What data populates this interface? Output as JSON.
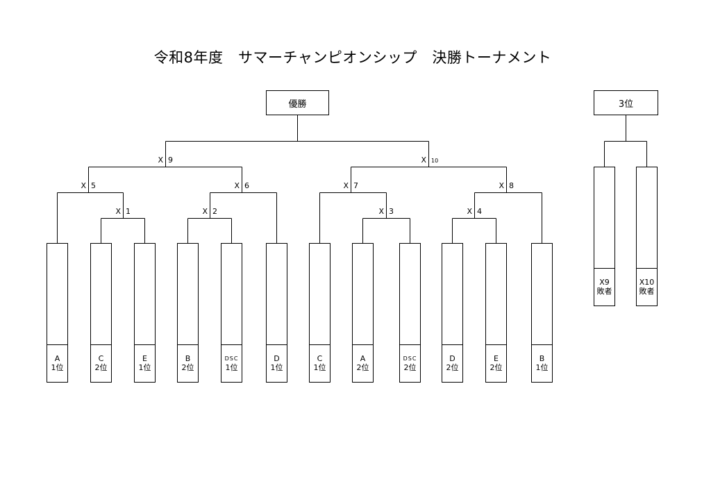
{
  "title": "令和8年度　サマーチャンピオンシップ　決勝トーナメント",
  "final": {
    "label": "優勝"
  },
  "third_place": {
    "label": "3位",
    "slots": [
      {
        "match": "X9",
        "result": "敗者"
      },
      {
        "match": "X10",
        "result": "敗者"
      }
    ]
  },
  "bracket": {
    "prefix": "X",
    "matches": [
      {
        "number": "1"
      },
      {
        "number": "2"
      },
      {
        "number": "3"
      },
      {
        "number": "4"
      },
      {
        "number": "5"
      },
      {
        "number": "6"
      },
      {
        "number": "7"
      },
      {
        "number": "8"
      },
      {
        "number": "9"
      },
      {
        "number": "10"
      }
    ]
  },
  "slots": [
    {
      "team": "A",
      "rank": "1位"
    },
    {
      "team": "C",
      "rank": "2位"
    },
    {
      "team": "E",
      "rank": "1位"
    },
    {
      "team": "B",
      "rank": "2位"
    },
    {
      "team": "DSC",
      "rank": "1位"
    },
    {
      "team": "D",
      "rank": "1位"
    },
    {
      "team": "C",
      "rank": "1位"
    },
    {
      "team": "A",
      "rank": "2位"
    },
    {
      "team": "DSC",
      "rank": "2位"
    },
    {
      "team": "D",
      "rank": "2位"
    },
    {
      "team": "E",
      "rank": "2位"
    },
    {
      "team": "B",
      "rank": "1位"
    }
  ]
}
